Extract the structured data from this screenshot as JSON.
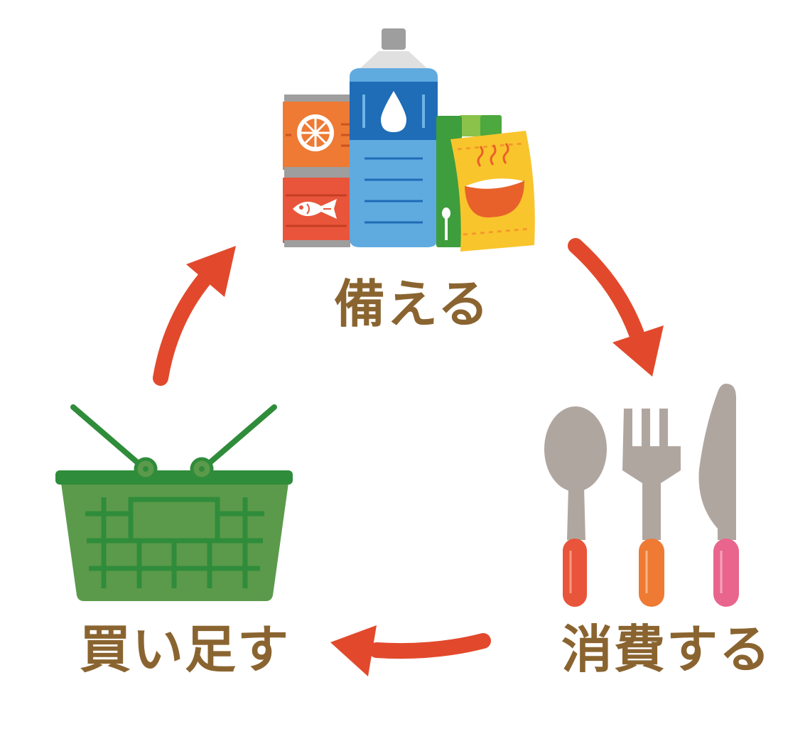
{
  "labels": {
    "prepare": "備える",
    "consume": "消費する",
    "restock": "買い足す"
  },
  "colors": {
    "arrow": "#e2492c",
    "label": "#8a6430",
    "basket": "#5b9a4b",
    "basket_dark": "#2f8c3a",
    "bottle": "#5faadf",
    "bottle_dark": "#1f6cb7",
    "can_orange": "#ee7a34",
    "can_red": "#e8553a",
    "pouch_yellow": "#f9c52c",
    "utensil_gray": "#b0a6a0",
    "handle_red": "#e8553a",
    "handle_orange": "#ee7a34",
    "handle_pink": "#e9658d"
  },
  "icons": [
    "stockpile-icon",
    "water-bottle-icon",
    "orange-can-icon",
    "fish-can-icon",
    "food-pouch-icon",
    "spoon-icon",
    "fork-icon",
    "knife-icon",
    "shopping-basket-icon"
  ]
}
